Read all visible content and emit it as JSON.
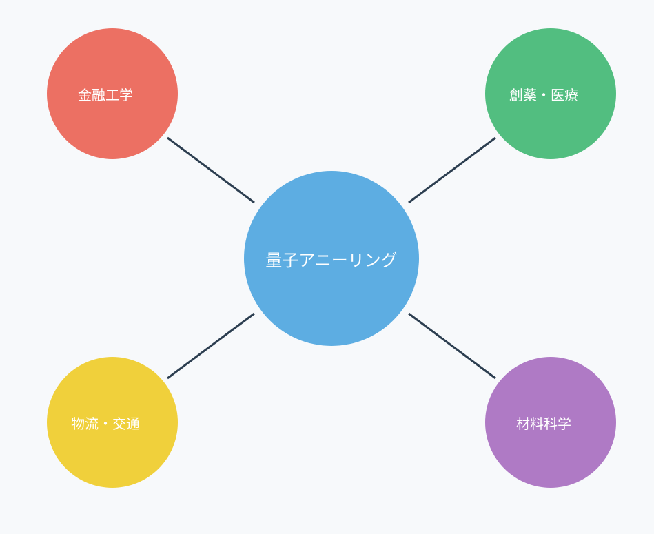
{
  "center": {
    "label": "量子アニーリング",
    "color": "#5dade2"
  },
  "nodes": {
    "finance": {
      "label": "金融工学",
      "color": "#ec7063"
    },
    "pharma": {
      "label": "創薬・医療",
      "color": "#52be80"
    },
    "logistics": {
      "label": "物流・交通",
      "color": "#f0d03b"
    },
    "materials": {
      "label": "材料科学",
      "color": "#af7ac5"
    }
  },
  "link_color": "#2c3e50"
}
